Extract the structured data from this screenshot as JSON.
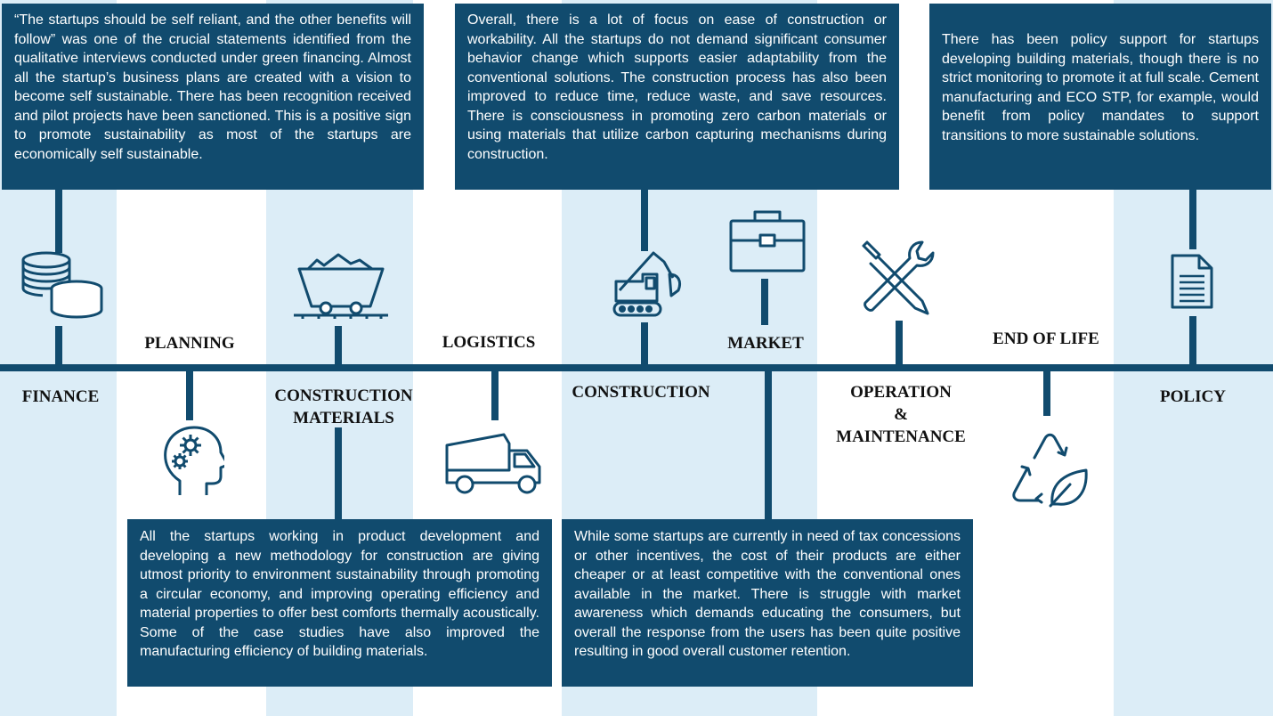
{
  "colors": {
    "primary": "#114b6e",
    "band": "#dcedf7",
    "label": "#111111"
  },
  "stages": {
    "finance": "FINANCE",
    "planning": "PLANNING",
    "construction_materials_1": "CONSTRUCTION",
    "construction_materials_2": "MATERIALS",
    "logistics": "LOGISTICS",
    "construction": "CONSTRUCTION",
    "market": "MARKET",
    "operation_1": "OPERATION",
    "operation_2": "&",
    "operation_3": "MAINTENANCE",
    "end_of_life": "END OF LIFE",
    "policy": "POLICY"
  },
  "boxes": {
    "finance": "“The startups should be self reliant, and the other benefits will follow” was one of the crucial statements identified from the qualitative interviews conducted under green financing. Almost all the startup’s business plans are created with a vision to become self sustainable. There has been recognition received and pilot projects have been sanctioned. This is a positive sign to promote sustainability as most of the startups are economically self sustainable.",
    "construction": "Overall, there is a lot of focus on ease of construction or workability. All the startups do not demand significant consumer behavior change which supports easier adaptability from the conventional solutions. The construction process has also been improved to reduce time, reduce waste, and save resources. There is consciousness in promoting zero carbon materials or using materials that utilize carbon capturing mechanisms during construction.",
    "policy": "There has been policy support for startups developing building materials, though there is no strict monitoring to promote it at full scale. Cement manufacturing and ECO STP, for example, would benefit from policy mandates to support transitions to more sustainable solutions.",
    "materials": "All the startups working in product development and developing a new methodology  for construction are giving utmost priority to environment sustainability through  promoting a circular economy, and improving operating efficiency and material properties to offer best comforts thermally acoustically. Some of the case studies have also improved the manufacturing efficiency of building materials.",
    "market": "While some startups are currently in need of tax concessions or other incentives, the cost of their products are either cheaper or at least competitive with the conventional ones available in the market. There is struggle with market awareness which demands educating the consumers, but overall the response from the users has been quite positive resulting in good overall customer retention."
  },
  "icons": {
    "finance": "coins-icon",
    "planning": "head-gears-icon",
    "materials": "mine-cart-icon",
    "logistics": "dump-truck-icon",
    "construction": "excavator-icon",
    "market": "briefcase-icon",
    "operation": "wrench-screwdriver-icon",
    "end_of_life": "recycle-leaf-icon",
    "policy": "document-icon"
  }
}
